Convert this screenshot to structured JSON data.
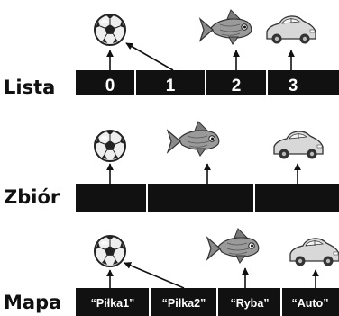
{
  "rows": [
    {
      "label": "Lista",
      "keys": [
        "0",
        "1",
        "2",
        "3"
      ],
      "item_icons": [
        "soccer-ball-icon",
        "fish-icon",
        "car-icon"
      ]
    },
    {
      "label": "Zbiór",
      "keys": [],
      "item_icons": [
        "soccer-ball-icon",
        "fish-icon",
        "car-icon"
      ]
    },
    {
      "label": "Mapa",
      "keys": [
        "“Piłka1”",
        "“Piłka2”",
        "“Ryba”",
        "“Auto”"
      ],
      "item_icons": [
        "soccer-ball-icon",
        "fish-icon",
        "car-icon"
      ]
    }
  ]
}
